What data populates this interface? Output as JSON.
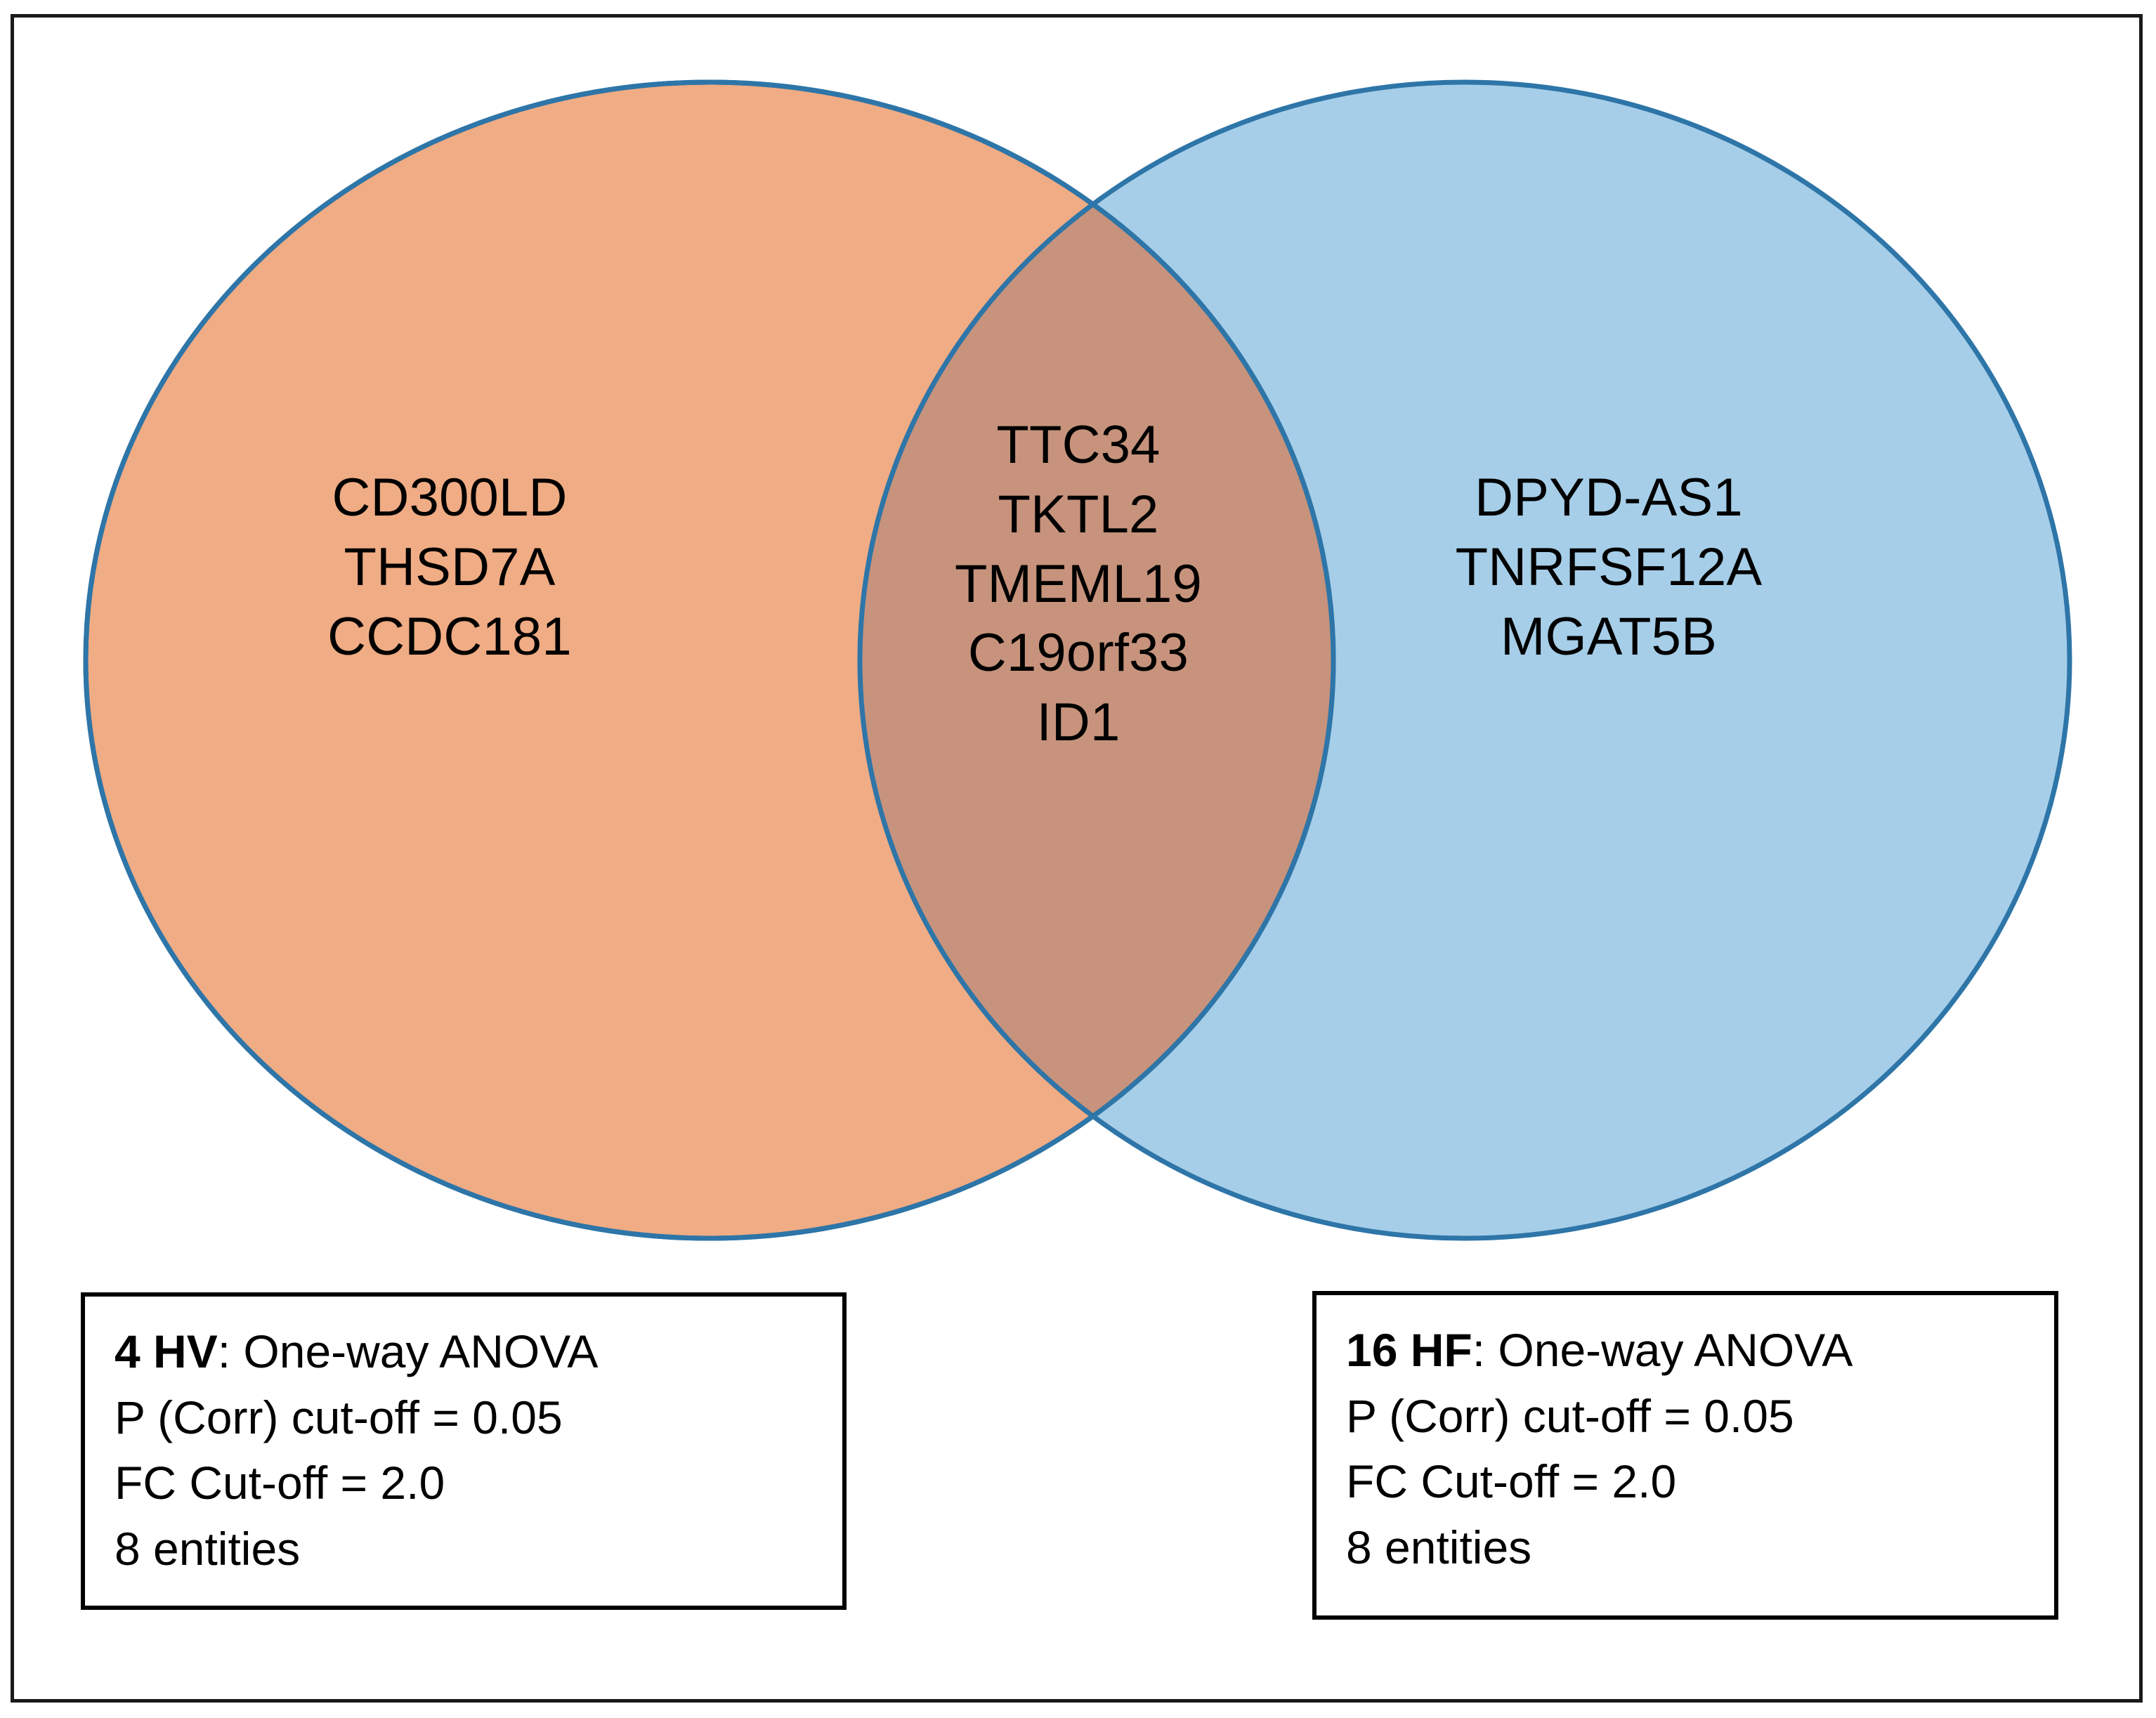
{
  "figure": {
    "type": "venn-diagram",
    "set_count": 2,
    "background": "#ffffff",
    "frame_color": "#000000"
  },
  "colors": {
    "left_circle_fill": "#F0AC84",
    "right_circle_fill": "#A6CEE8",
    "overlap_fill": "#C7937C",
    "circle_stroke": "#2E75A8",
    "text": "#000000",
    "box_border": "#000000"
  },
  "venn": {
    "left_set": {
      "name": "4 HV",
      "exclusive_genes": [
        "CD300LD",
        "THSD7A",
        "CCDC181"
      ],
      "exclusive_count": 3,
      "total_entities": 8
    },
    "right_set": {
      "name": "16 HF",
      "exclusive_genes": [
        "DPYD-AS1",
        "TNRFSF12A",
        "MGAT5B"
      ],
      "exclusive_count": 3,
      "total_entities": 8
    },
    "intersection": {
      "genes": [
        "TTC34",
        "TKTL2",
        "TMEML19",
        "C19orf33",
        "ID1"
      ],
      "count": 5
    }
  },
  "left_caption": {
    "lead": "4 HV",
    "line1_rest": ": One-way ANOVA",
    "line2": "P (Corr) cut-off = 0.05",
    "line3": "FC Cut-off = 2.0",
    "line4": "8 entities"
  },
  "right_caption": {
    "lead": "16 HF",
    "line1_rest": ": One-way ANOVA",
    "line2": "P (Corr) cut-off = 0.05",
    "line3": "FC Cut-off = 2.0",
    "line4": "8 entities"
  }
}
